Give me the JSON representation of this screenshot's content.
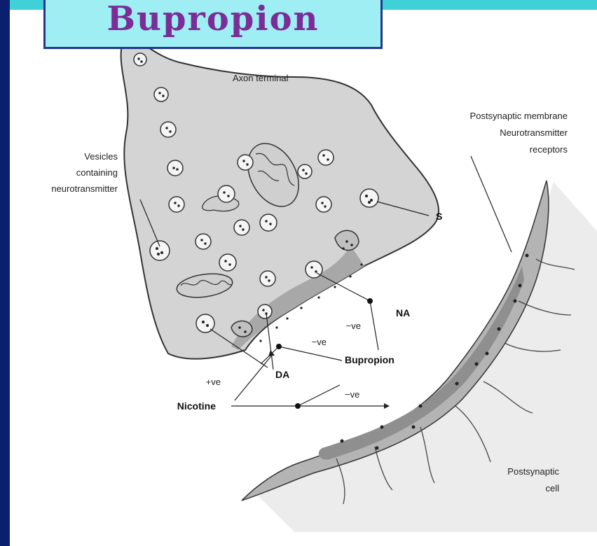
{
  "title": "Bupropion",
  "labels": {
    "axon_terminal": "Axon terminal",
    "vesicles_1": "Vesicles",
    "vesicles_2": "containing",
    "vesicles_3": "neurotransmitter",
    "postsyn_membrane_1": "Postsynaptic membrane",
    "postsyn_membrane_2": "Neurotransmitter",
    "postsyn_membrane_3": "receptors",
    "s": "S",
    "na": "NA",
    "da": "DA",
    "bupropion": "Bupropion",
    "nicotine": "Nicotine",
    "neg_1": "−ve",
    "neg_2": "−ve",
    "neg_3": "−ve",
    "pos": "+ve",
    "postsyn_cell_1": "Postsynaptic",
    "postsyn_cell_2": "cell"
  },
  "colors": {
    "sidebar": "#0a1f6e",
    "top_strip": "#3fd0d8",
    "title_bg": "#9eeef4",
    "title_text": "#7b2c97"
  }
}
